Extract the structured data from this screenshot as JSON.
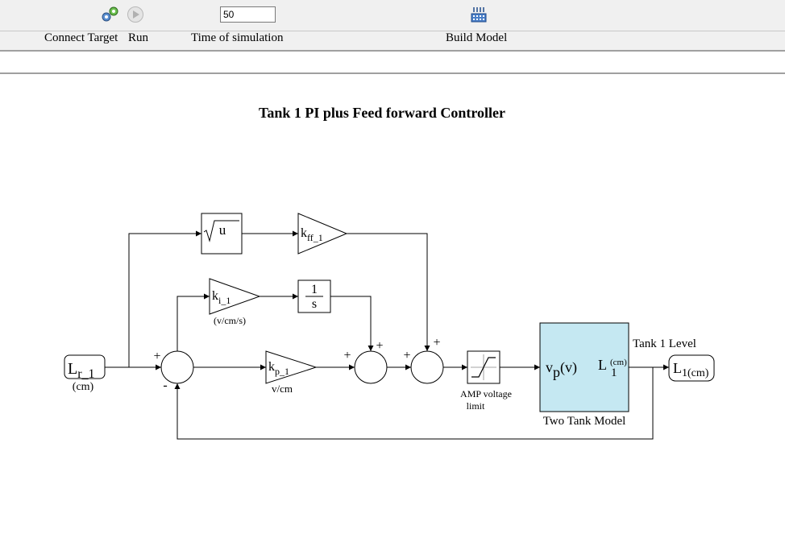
{
  "toolbar": {
    "connect_label": "Connect Target",
    "run_label": "Run",
    "time_label": "Time of simulation",
    "time_value": "50",
    "build_label": "Build Model"
  },
  "diagram": {
    "title": "Tank 1 PI plus Feed forward Controller",
    "input_block": {
      "main": "L",
      "sub": "r_1",
      "unit": "(cm)"
    },
    "sqrt_block": {
      "label": "u"
    },
    "kff_gain": {
      "main": "k",
      "sub": "ff_1"
    },
    "ki_gain": {
      "main": "k",
      "sub": "i_1",
      "unit": "(v/cm/s)"
    },
    "integrator": {
      "num": "1",
      "den": "s"
    },
    "kp_gain": {
      "main": "k",
      "sub": "p_1",
      "unit": "v/cm"
    },
    "sum1_signs": {
      "top": "+",
      "bottom": "-"
    },
    "sum2_signs": {
      "left": "+",
      "top": "+"
    },
    "sum3_signs": {
      "left": "+",
      "top": "+"
    },
    "saturation": {
      "label_line1": "AMP voltage",
      "label_line2": "limit"
    },
    "plant": {
      "in_main": "v",
      "in_sub": "p",
      "in_unit": "(v)",
      "out_main": "L",
      "out_sub": "1",
      "out_unit": "(cm)",
      "caption": "Two Tank Model",
      "color": "#c5e8f2"
    },
    "output_signal_label": "Tank 1 Level",
    "output_block": {
      "main": "L",
      "sub": "1(cm)"
    }
  }
}
